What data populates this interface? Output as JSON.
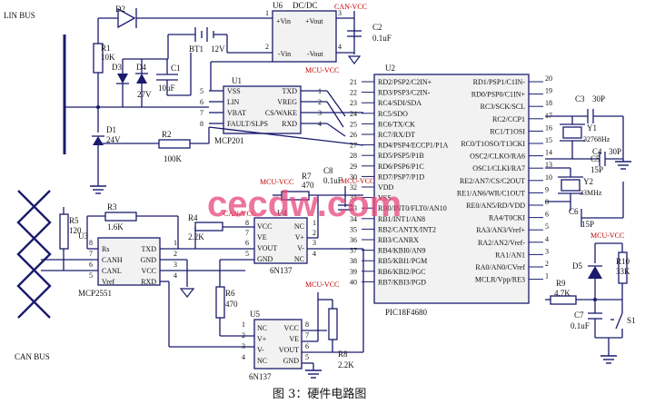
{
  "caption": "图 3：硬件电路图",
  "watermark": "cecdw.com",
  "bus_labels": {
    "lin": "LIN BUS",
    "can": "CAN BUS"
  },
  "supply_labels": {
    "vcc_top": "CAN-VCC",
    "mcu1": "MCU-VCC",
    "mcu2": "MCU-VCC",
    "mcu3": "MCU-VCC",
    "mcu4": "MCU-VCC",
    "can_vcc2": "CAN-VCC",
    "mcu_reset": "MCU-VCC"
  },
  "components": {
    "d2": "D2",
    "r1": "R1",
    "r1_val": "10K",
    "d3": "D3",
    "d4": "D4",
    "d34_val": "27V",
    "bt1": "BT1",
    "bt1_val": "12V",
    "c1": "C1",
    "c1_val": "10uF",
    "d1": "D1",
    "d1_val": "24V",
    "r2": "R2",
    "r2_val": "100K",
    "u6": "U6",
    "u6_type": "DC/DC",
    "c2": "C2",
    "c2_val": "0.1uF",
    "u1": "U1",
    "u1_part": "MCP201",
    "u2": "U2",
    "u2_part": "PIC18F4680",
    "r7": "R7",
    "r7_val": "470",
    "c8": "C8",
    "c8_val": "0.1uF",
    "r3": "R3",
    "r3_val": "1.6K",
    "r4": "R4",
    "r4_val": "2.2K",
    "r5": "R5",
    "r5_val": "120",
    "u3": "U3",
    "u3_part": "MCP2551",
    "u4": "U4",
    "u4_part": "6N137",
    "r6": "R6",
    "r6_val": "470",
    "u5": "U5",
    "u5_part": "6N137",
    "r8": "R8",
    "r8_val": "2.2K",
    "c3": "C3",
    "c3_val": "30P",
    "c4": "C4",
    "c4_val": "30P",
    "y1": "Y1",
    "y1_val": "32768Hz",
    "c5": "C5",
    "c5_val": "15P",
    "y2": "Y2",
    "y2_val": "33MHz",
    "c6": "C6",
    "c6_val": "15P",
    "d5": "D5",
    "r9": "R9",
    "r9_val": "4.7K",
    "r10": "R10",
    "r10_val": "33K",
    "c7": "C7",
    "c7_val": "0.1uF",
    "s1": "S1"
  },
  "u6_pins": {
    "vin_p": "+Vin",
    "vout_p": "+Vout",
    "vin_m": "-Vin",
    "vout_m": "-Vout"
  },
  "u1_pins_left": [
    "VSS",
    "LIN",
    "VBAT",
    "FAULT/SLPS"
  ],
  "u1_pins_right": [
    "TXD",
    "VREG",
    "CS/WAKE",
    "RXD"
  ],
  "u3_pins_left": [
    "Rs",
    "CANH",
    "CANL",
    "Vref"
  ],
  "u3_pins_right": [
    "TXD",
    "GND",
    "VCC",
    "RXD"
  ],
  "u4_pins_left": [
    "VCC",
    "VE",
    "VOUT",
    "GND"
  ],
  "u4_pins_right": [
    "NC",
    "V+",
    "V-",
    "NC"
  ],
  "u5_pins_left": [
    "NC",
    "V+",
    "V-",
    "NC"
  ],
  "u5_pins_right": [
    "VCC",
    "VE",
    "VOUT",
    "GND"
  ],
  "u2_left": [
    "RD2/PSP2/C2IN+",
    "RD3/PSP3/C2IN-",
    "RC4/SDI/SDA",
    "RC5/SDO",
    "RC6/TX/CK",
    "RC7/RX/DT",
    "RD4/PSP4/ECCP1/P1A",
    "RD5/PSP5/P1B",
    "RD6/PSP6/P1C",
    "RD7/PSP7/P1D",
    "VDD",
    "VSS",
    "RB0/INT0/FLT0/AN10",
    "RB1/INT1/AN8",
    "RB2/CANTX/INT2",
    "RB3/CANRX",
    "RB4/KBI0/AN9",
    "RB5/KBI1/PGM",
    "RB6/KBI2/PGC",
    "RB7/KBI3/PGD"
  ],
  "u2_left_pins": [
    "21",
    "22",
    "23",
    "24",
    "25",
    "26",
    "27",
    "28",
    "29",
    "30",
    "32",
    "31",
    "33",
    "34",
    "35",
    "36",
    "37",
    "38",
    "39",
    "40"
  ],
  "u2_right": [
    "RD1/PSP1/C1IN-",
    "RD0/PSP0/C1IN+",
    "RC3/SCK/SCL",
    "RC2/CCP1",
    "RC1/T1OSI",
    "RC0/T1OSO/T13CKI",
    "OSC2/CLKO/RA6",
    "OSC1/CLKI/RA7",
    "RE2/AN7/CS/C2OUT",
    "RE1/AN6/WR/C1OUT",
    "RE0/AN5/RD/VDD",
    "RA4/T0CKI",
    "RA3/AN3/Vref+",
    "RA2/AN2/Vref-",
    "RA1/AN1",
    "RA0/AN0/CVref",
    "MCLR/Vpp/RE3"
  ],
  "u2_right_pins": [
    "20",
    "19",
    "18",
    "17",
    "16",
    "15",
    "14",
    "13",
    "10",
    "9",
    "8",
    "6",
    "5",
    "4",
    "3",
    "2",
    "1"
  ]
}
